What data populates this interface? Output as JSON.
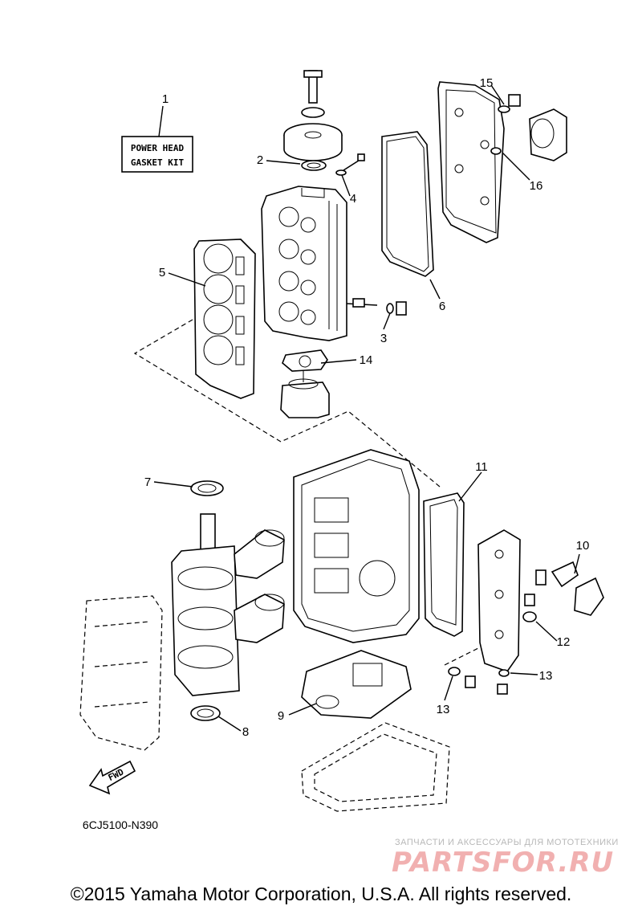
{
  "kit_box": {
    "line1": "POWER HEAD",
    "line2": "GASKET KIT"
  },
  "callouts": [
    "1",
    "2",
    "3",
    "4",
    "5",
    "6",
    "7",
    "8",
    "9",
    "10",
    "11",
    "12",
    "13",
    "13",
    "14",
    "15",
    "16"
  ],
  "arrow_text": "FWD",
  "diagram_code": "6CJ5100-N390",
  "watermark": {
    "tagline": "ЗАПЧАСТИ И АКСЕССУАРЫ ДЛЯ МОТОТЕХНИКИ",
    "brand": "PARTSFOR.RU"
  },
  "copyright": "©2015 Yamaha Motor Corporation, U.S.A. All rights reserved."
}
